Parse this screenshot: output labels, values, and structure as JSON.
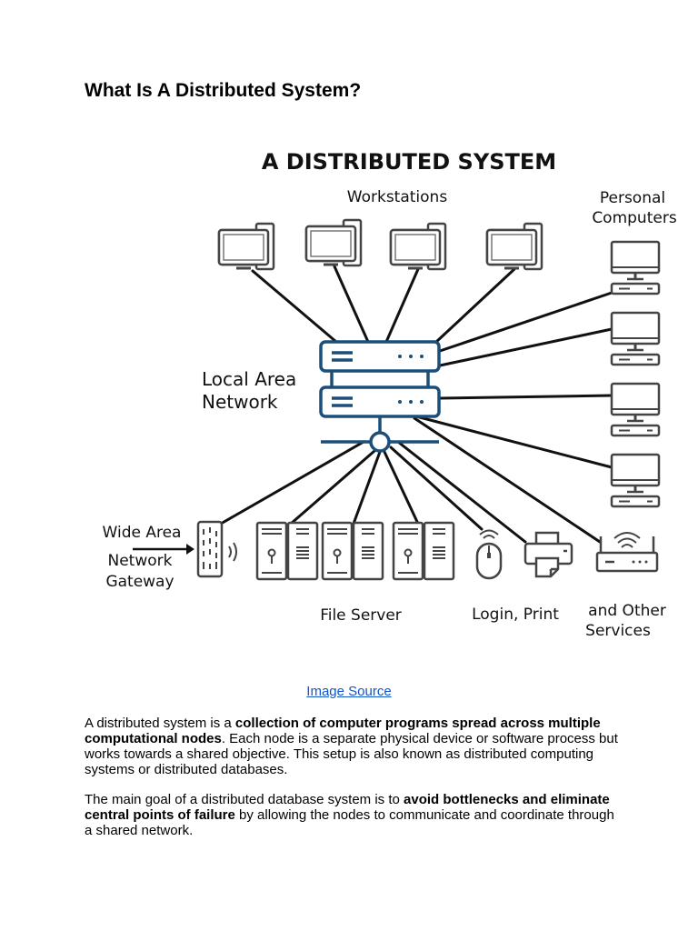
{
  "page": {
    "heading": "What Is A Distributed System?"
  },
  "diagram": {
    "title": "A DISTRIBUTED SYSTEM",
    "workstations_label": "Workstations",
    "personal_computers_label_line1": "Personal",
    "personal_computers_label_line2": "Computers",
    "lan_label_line1": "Local Area",
    "lan_label_line2": "Network",
    "wan_label_line1": "Wide Area",
    "wan_label_line2": "Network",
    "wan_label_line3": "Gateway",
    "file_server_label": "File Server",
    "login_print_label": "Login,  Print",
    "other_services_line1": "and Other",
    "other_services_line2": "Services",
    "accent_color": "#1b4f7a"
  },
  "caption": {
    "link_text": "Image Source"
  },
  "paragraph1": {
    "t1": "A distributed system is a ",
    "b1": "collection of computer programs spread across multiple computational nodes",
    "t2": ". Each node is a separate physical device or software process but works towards a shared objective. This setup is also known as distributed computing systems or distributed databases."
  },
  "paragraph2": {
    "t1": "The main goal of a distributed database system is to ",
    "b1": "avoid bottlenecks and eliminate central points of failure",
    "t2": " by allowing the nodes to communicate and coordinate through a shared network."
  }
}
